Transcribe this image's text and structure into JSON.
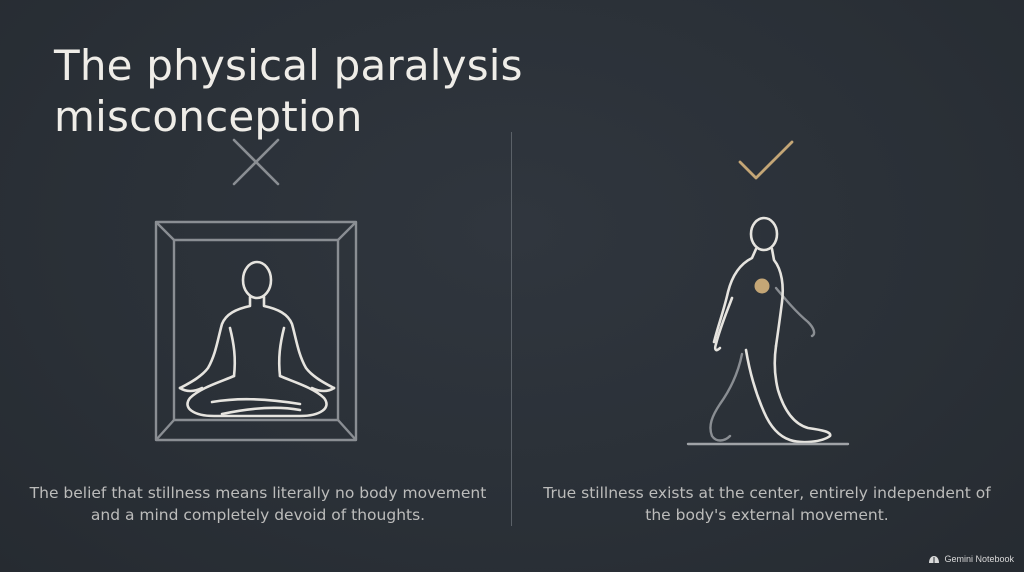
{
  "slide": {
    "title": "The physical paralysis misconception",
    "left_panel": {
      "marker_icon": "x-cross-icon",
      "illustration": "seated-meditation-figure-in-box",
      "caption": "The belief that stillness means literally no body movement and a mind completely devoid of thoughts."
    },
    "right_panel": {
      "marker_icon": "checkmark-icon",
      "illustration": "walking-figure-with-center-dot",
      "caption": "True stillness exists at the center, entirely independent of the body's external movement."
    },
    "colors": {
      "background": "#2b3138",
      "line_art": "#e6e4df",
      "muted_gray": "#8a8e93",
      "accent_gold": "#c4a676"
    }
  },
  "branding": {
    "label": "Gemini Notebook",
    "icon": "notebook-icon"
  }
}
